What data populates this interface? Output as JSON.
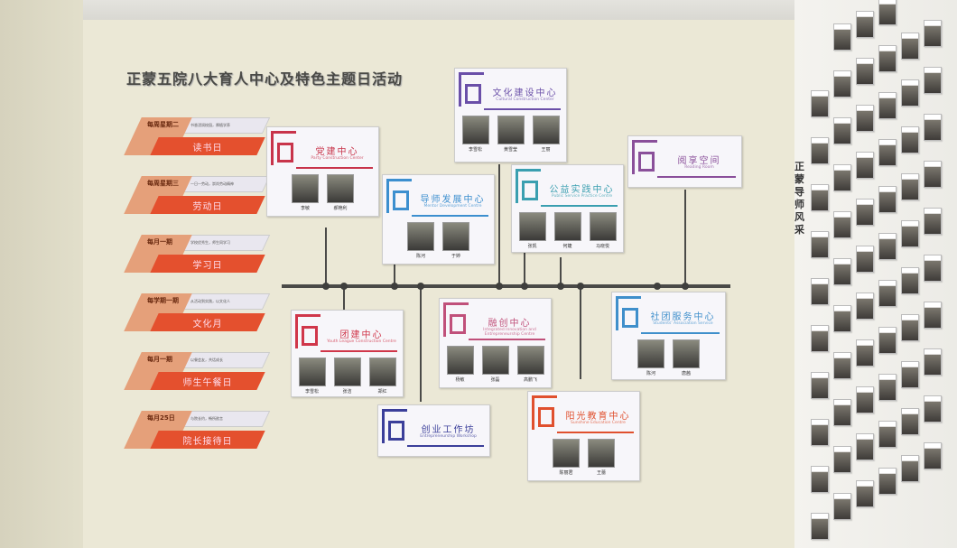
{
  "title": "正蒙五院八大育人中心及特色主题日活动",
  "side_title": "正蒙导师风采",
  "theme_days": [
    {
      "when": "每周星期二",
      "name": "读书日",
      "desc": "书香浸润校园，厚植学养"
    },
    {
      "when": "每周星期三",
      "name": "劳动日",
      "desc": "一日一劳动，崇尚劳动精神"
    },
    {
      "when": "每月一期",
      "name": "学习日",
      "desc": "学校优秀生，师生同学习"
    },
    {
      "when": "每学期一期",
      "name": "文化月",
      "desc": "从活动到实践，以文化人"
    },
    {
      "when": "每月一期",
      "name": "师生午餐日",
      "desc": "以餐会友，共话成长"
    },
    {
      "when": "每月25日",
      "name": "院长接待日",
      "desc": "与院长约，畅所欲言"
    }
  ],
  "centers": [
    {
      "id": "party",
      "title": "党建中心",
      "subtitle": "Party Construction Center",
      "color": "#c8344a",
      "people": [
        "李敏",
        "郝艳利"
      ]
    },
    {
      "id": "culture",
      "title": "文化建设中心",
      "subtitle": "Cultural Construction Center",
      "color": "#6a4fa8",
      "people": [
        "李雪松",
        "黄雪莹",
        "王丽"
      ]
    },
    {
      "id": "mentor",
      "title": "导师发展中心",
      "subtitle": "Mentor Development Centre",
      "color": "#3c8fcf",
      "people": [
        "陈河",
        "于婷"
      ]
    },
    {
      "id": "public",
      "title": "公益实践中心",
      "subtitle": "Public Service Practice Centre",
      "color": "#3a9fb0",
      "people": [
        "张凯",
        "何婕",
        "马晓悦"
      ]
    },
    {
      "id": "reading",
      "title": "阅享空间",
      "subtitle": "Reading Room",
      "color": "#8a4f9a",
      "people": []
    },
    {
      "id": "league",
      "title": "团建中心",
      "subtitle": "Youth League Construction Centre",
      "color": "#d0364a",
      "people": [
        "李雪松",
        "张洁",
        "郑红"
      ]
    },
    {
      "id": "innovation",
      "title": "融创中心",
      "subtitle": "Integrated Innovation and Entrepreneurship Centre",
      "color": "#c0507a",
      "people": [
        "杨敏",
        "张磊",
        "高鹏飞"
      ]
    },
    {
      "id": "club",
      "title": "社团服务中心",
      "subtitle": "Students' Association Service",
      "color": "#3f8fcb",
      "people": [
        "陈河",
        "唐茜"
      ]
    },
    {
      "id": "workshop",
      "title": "创业工作坊",
      "subtitle": "Entrepreneurship Workshop",
      "color": "#3b3f9a",
      "people": []
    },
    {
      "id": "sunshine",
      "title": "阳光教育中心",
      "subtitle": "Sunshine Education Centre",
      "color": "#e0502e",
      "people": [
        "陈丽君",
        "王蕾"
      ]
    }
  ]
}
